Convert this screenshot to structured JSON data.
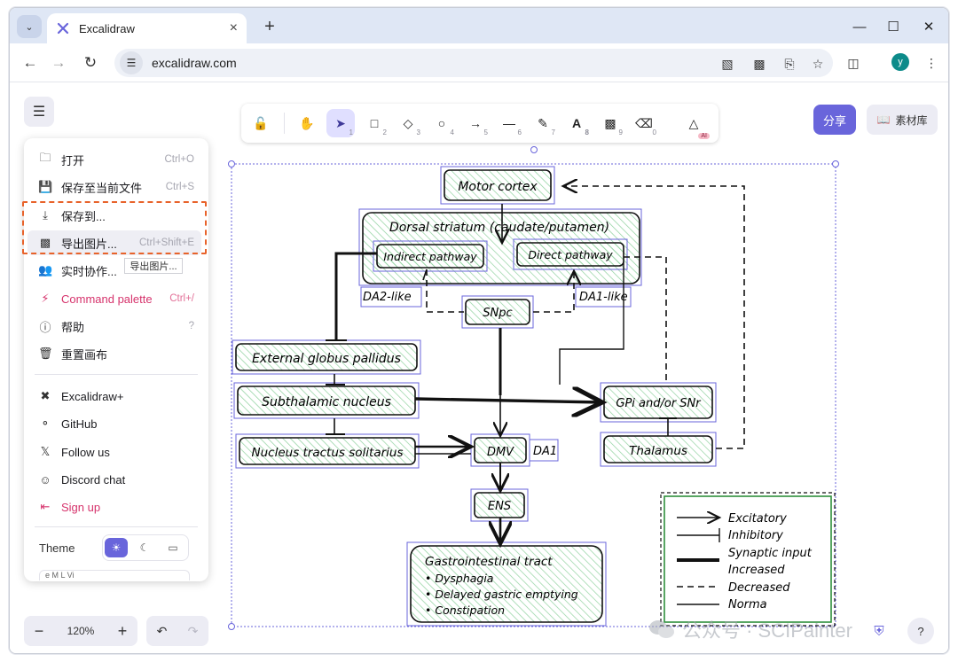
{
  "browser": {
    "tab_title": "Excalidraw",
    "url": "excalidraw.com",
    "profile_initial": "y"
  },
  "toolbar": {
    "tools": [
      {
        "name": "lock",
        "num": ""
      },
      {
        "name": "hand",
        "num": ""
      },
      {
        "name": "selection",
        "num": "1"
      },
      {
        "name": "rectangle",
        "num": "2"
      },
      {
        "name": "diamond",
        "num": "3"
      },
      {
        "name": "ellipse",
        "num": "4"
      },
      {
        "name": "arrow",
        "num": "5"
      },
      {
        "name": "line",
        "num": "6"
      },
      {
        "name": "draw",
        "num": "7"
      },
      {
        "name": "text",
        "num": "8"
      },
      {
        "name": "image",
        "num": "9"
      },
      {
        "name": "eraser",
        "num": "0"
      },
      {
        "name": "more-tools",
        "num": ""
      }
    ],
    "ai_badge": "AI",
    "share_label": "分享",
    "library_label": "素材库"
  },
  "menu": {
    "items": [
      {
        "label": "打开",
        "shortcut": "Ctrl+O",
        "icon": "folder-icon"
      },
      {
        "label": "保存至当前文件",
        "shortcut": "Ctrl+S",
        "icon": "save-icon"
      },
      {
        "label": "保存到...",
        "shortcut": "",
        "icon": "download-icon"
      },
      {
        "label": "导出图片...",
        "shortcut": "Ctrl+Shift+E",
        "icon": "export-image-icon"
      },
      {
        "label": "实时协作...",
        "shortcut": "",
        "icon": "users-icon"
      },
      {
        "label": "Command palette",
        "shortcut": "Ctrl+/",
        "icon": "bolt-icon"
      },
      {
        "label": "帮助",
        "shortcut": "?",
        "icon": "help-icon"
      },
      {
        "label": "重置画布",
        "shortcut": "",
        "icon": "trash-icon"
      },
      {
        "label": "Excalidraw+",
        "shortcut": "",
        "icon": "excalidraw-plus-icon"
      },
      {
        "label": "GitHub",
        "shortcut": "",
        "icon": "github-icon"
      },
      {
        "label": "Follow us",
        "shortcut": "",
        "icon": "x-icon"
      },
      {
        "label": "Discord chat",
        "shortcut": "",
        "icon": "discord-icon"
      },
      {
        "label": "Sign up",
        "shortcut": "",
        "icon": "signup-icon"
      }
    ],
    "tooltip": "导出图片...",
    "theme_label": "Theme",
    "lang_fragment": "e    M    L    Vi"
  },
  "zoom": {
    "value": "120%"
  },
  "watermark": "公众号 · SCIPainter",
  "diagram": {
    "nodes": {
      "motor_cortex": "Motor cortex",
      "dorsal_striatum": "Dorsal striatum (caudate/putamen)",
      "indirect": "Indirect pathway",
      "direct": "Direct pathway",
      "da2": "DA2-like",
      "da1": "DA1-like",
      "snpc": "SNpc",
      "egp": "External globus pallidus",
      "stn": "Subthalamic nucleus",
      "nts": "Nucleus tractus solitarius",
      "gpi": "GPi and/or SNr",
      "dmv": "DMV",
      "da1_small": "DA1",
      "thalamus": "Thalamus",
      "ens": "ENS",
      "git_title": "Gastrointestinal tract",
      "git_items": [
        "• Dysphagia",
        "• Delayed gastric emptying",
        "• Constipation"
      ]
    },
    "legend": [
      "Excitatory",
      "Inhibitory",
      "Synaptic input Increased",
      "Decreased",
      "Norma"
    ]
  }
}
